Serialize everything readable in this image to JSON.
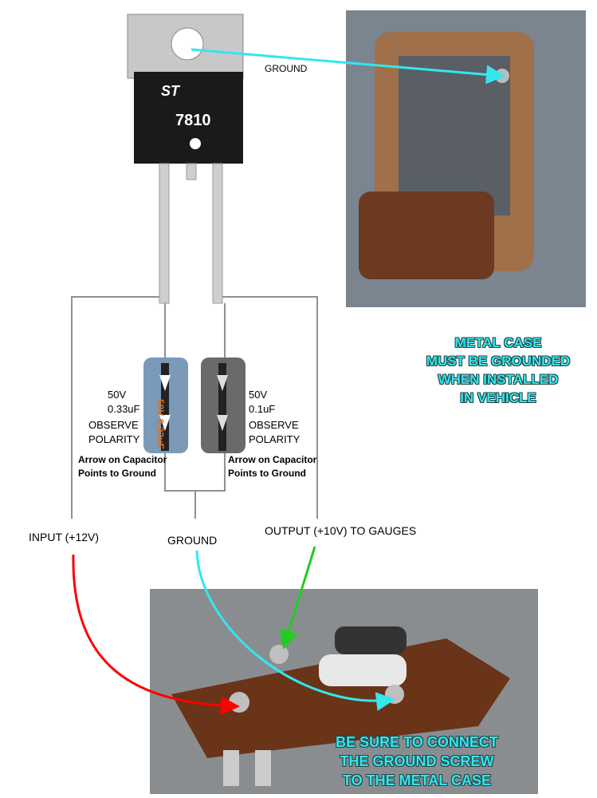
{
  "regulator": {
    "part_number": "7810",
    "logo": "ST"
  },
  "labels": {
    "ground_top": "GROUND",
    "input": "INPUT (+12V)",
    "ground": "GROUND",
    "output": "OUTPUT (+10V) TO GAUGES"
  },
  "capacitors": [
    {
      "voltage": "50V",
      "capacitance": "0.33uF",
      "note": [
        "OBSERVE",
        "POLARITY"
      ],
      "arrow_note": [
        "Arrow on Capacitor",
        "Points to Ground"
      ],
      "body_text": "50V 0.33uF",
      "color": "#7a9ab8"
    },
    {
      "voltage": "50V",
      "capacitance": "0.1uF",
      "note": [
        "OBSERVE",
        "POLARITY"
      ],
      "arrow_note": [
        "Arrow on Capacitor",
        "Points to Ground"
      ],
      "color": "#6a6a6a"
    }
  ],
  "notes": {
    "metal_case": [
      "METAL CASE",
      "MUST BE GROUNDED",
      "WHEN INSTALLED",
      "IN VEHICLE"
    ],
    "ground_screw": [
      "BE SURE TO CONNECT",
      "THE GROUND SCREW",
      "TO THE METAL CASE"
    ]
  },
  "colors": {
    "ground_arrow": "#33e6f0",
    "input_arrow": "#ff0000",
    "output_arrow": "#22cc22",
    "wire": "#909090"
  }
}
